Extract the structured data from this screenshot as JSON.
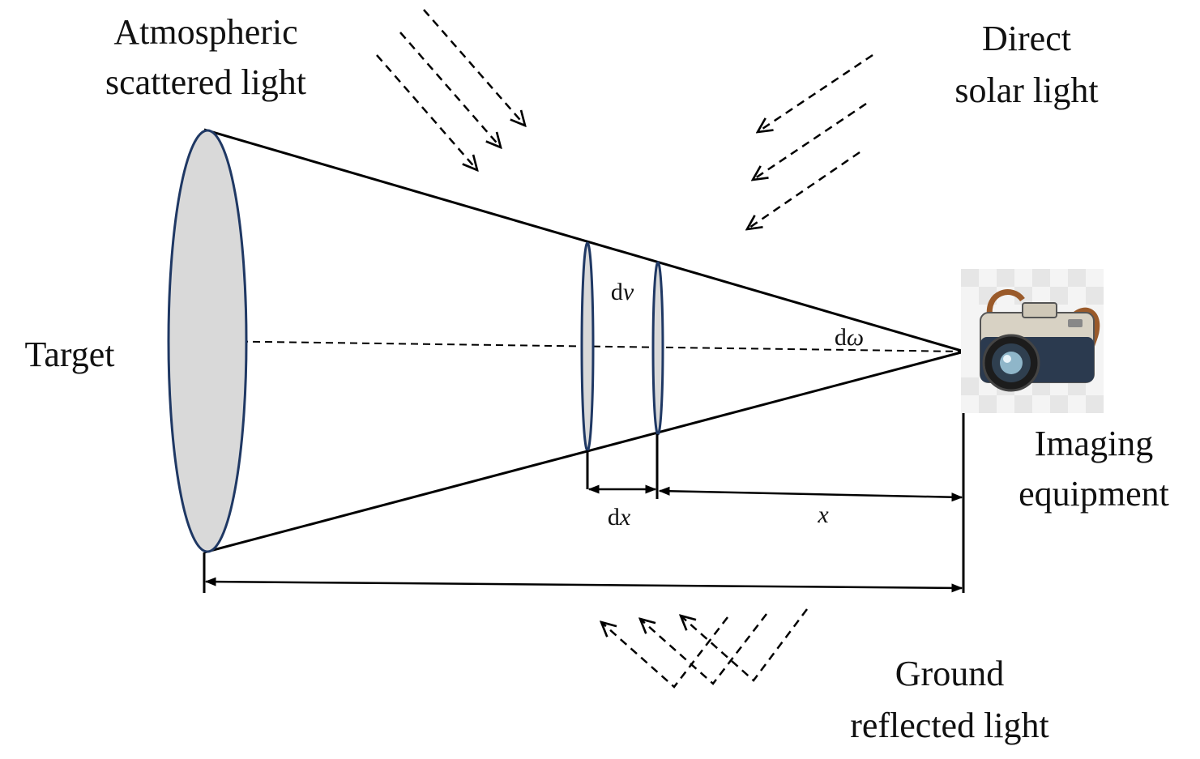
{
  "labels": {
    "atmospheric": [
      "Atmospheric",
      "scattered light"
    ],
    "direct": [
      "Direct",
      "solar light"
    ],
    "target": "Target",
    "imaging": [
      "Imaging",
      "equipment"
    ],
    "ground": [
      "Ground",
      "reflected light"
    ],
    "dv_d": "d",
    "dv_var": "v",
    "domega_d": "d",
    "domega_var": "ω",
    "dx_d": "d",
    "dx_var": "x",
    "x": "x"
  },
  "icons": {
    "camera": "camera-icon"
  },
  "colors": {
    "disc_fill": "#d9d9d9",
    "disc_stroke": "#1f3864",
    "line": "#000000",
    "camera_body": "#2b3a4f",
    "camera_strap": "#9a5a2a"
  }
}
